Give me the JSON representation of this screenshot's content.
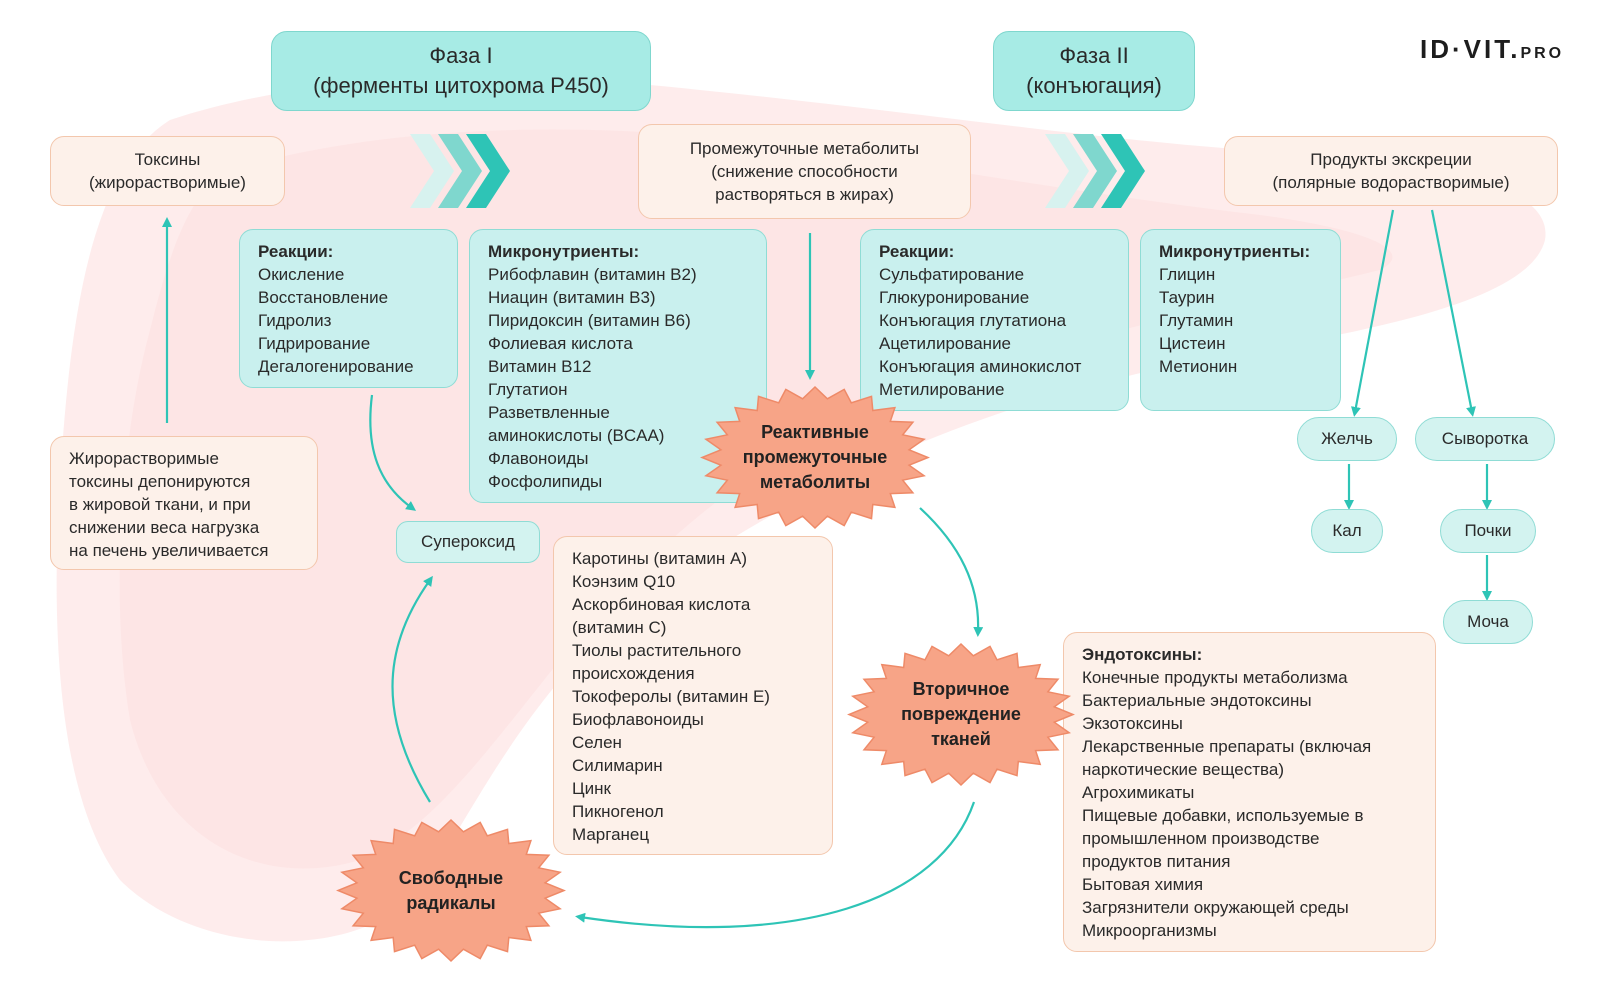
{
  "logo": {
    "main": "ID·VIT.",
    "suffix": "PRO"
  },
  "phase1": {
    "line1": "Фаза I",
    "line2": "(ферменты цитохрома P450)"
  },
  "phase2": {
    "line1": "Фаза II",
    "line2": "(конъюгация)"
  },
  "toxins": {
    "line1": "Токсины",
    "line2": "(жирорастворимые)"
  },
  "intermediate": {
    "line1": "Промежуточные метаболиты",
    "line2": "(снижение способности",
    "line3": "растворяться в жирах)"
  },
  "excretion": {
    "line1": "Продукты экскреции",
    "line2": "(полярные водорастворимые)"
  },
  "reactions1": {
    "title": "Реакции:",
    "items": [
      "Окисление",
      "Восстановление",
      "Гидролиз",
      "Гидрирование",
      "Дегалогенирование"
    ]
  },
  "micronutrients1": {
    "title": "Микронутриенты:",
    "items": [
      "Рибофлавин (витамин B2)",
      "Ниацин (витамин B3)",
      "Пиридоксин (витамин B6)",
      "Фолиевая кислота",
      "Витамин B12",
      "Глутатион",
      "Разветвленные",
      "аминокислоты (BCAA)",
      "Флавоноиды",
      "Фосфолипиды"
    ]
  },
  "reactions2": {
    "title": "Реакции:",
    "items": [
      "Сульфатирование",
      "Глюкуронирование",
      "Конъюгация глутатиона",
      "Ацетилирование",
      "Конъюгация аминокислот",
      "Метилирование"
    ]
  },
  "micronutrients2": {
    "title": "Микронутриенты:",
    "items": [
      "Глицин",
      "Таурин",
      "Глутамин",
      "Цистеин",
      "Метионин"
    ]
  },
  "fat_note": {
    "items": [
      "Жирорастворимые",
      "токсины депонируются",
      "в жировой ткани, и при",
      "снижении веса нагрузка",
      "на печень увеличивается"
    ]
  },
  "superoxide": "Супероксид",
  "antioxidants": {
    "items": [
      "Каротины (витамин A)",
      "Коэнзим Q10",
      "Аскорбиновая кислота",
      "(витамин C)",
      "Тиолы растительного",
      "происхождения",
      "Токоферолы (витамин E)",
      "Биофлавоноиды",
      "Селен",
      "Силимарин",
      "Цинк",
      "Пикногенол",
      "Марганец"
    ]
  },
  "endotoxins": {
    "title": "Эндотоксины:",
    "items": [
      "Конечные продукты метаболизма",
      "Бактериальные эндотоксины",
      "Экзотоксины",
      "Лекарственные препараты (включая",
      "наркотические вещества)",
      "Агрохимикаты",
      "Пищевые добавки, используемые в",
      "промышленном производстве",
      "продуктов питания",
      "Бытовая химия",
      "Загрязнители окружающей среды",
      "Микроорганизмы"
    ]
  },
  "bursts": {
    "reactive": {
      "line1": "Реактивные",
      "line2": "промежуточные",
      "line3": "метаболиты"
    },
    "secondary": {
      "line1": "Вторичное",
      "line2": "повреждение",
      "line3": "тканей"
    },
    "radicals": {
      "line1": "Свободные",
      "line2": "радикалы"
    }
  },
  "excretion_routes": {
    "bile": "Желчь",
    "feces": "Кал",
    "serum": "Сыворотка",
    "kidneys": "Почки",
    "urine": "Моча"
  },
  "colors": {
    "teal": "#2ec4b6",
    "mint_fill": "#c9f0ee",
    "peach_fill": "#fdf1ea",
    "burst_fill": "#f7a487",
    "liver_bg": "#fde6e6"
  }
}
